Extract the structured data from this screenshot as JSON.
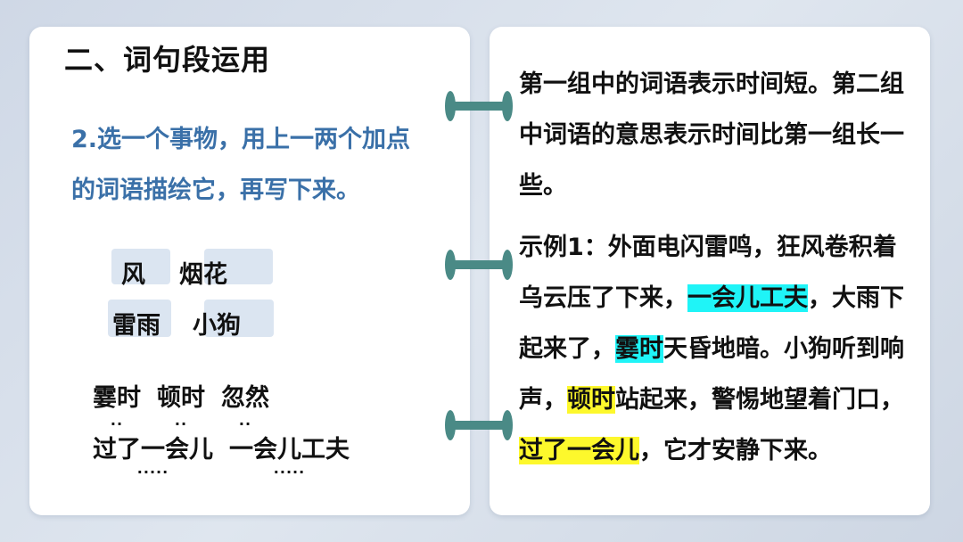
{
  "section_title": "二、词句段运用",
  "task": "2.选一个事物，用上一两个加点的词语描绘它，再写下来。",
  "subjects": [
    "风",
    "烟花",
    "雷雨",
    "小狗"
  ],
  "words_row1": [
    "霎时",
    "顿时",
    "忽然"
  ],
  "words_row2": [
    "过了一会儿",
    "一会儿工夫"
  ],
  "dots": {
    "w1": "..",
    "w2": "..",
    "w3": "..",
    "w4": "·····",
    "w5": "·····"
  },
  "answer1": "第一组中的词语表示时间短。第二组中词语的意思表示时间比第一组长一些。",
  "example": {
    "p1": "示例1：外面电闪雷鸣，狂风卷积着乌云压了下来，",
    "h1": "一会儿工夫",
    "p2": "，大雨下起来了，",
    "h2": "霎时",
    "p3": "天昏地暗。小狗听到响声，",
    "h3": "顿时",
    "p4": "站起来，警惕地望着门口，",
    "h4": "过了一会儿",
    "p5": "，它才安静下来。"
  },
  "colors": {
    "task_text": "#3a70a8",
    "highlight_cyan": "#1ff4f7",
    "highlight_yellow": "#fdf82c",
    "connector": "#4a8a86",
    "chip_background": "#dbe5f1"
  }
}
